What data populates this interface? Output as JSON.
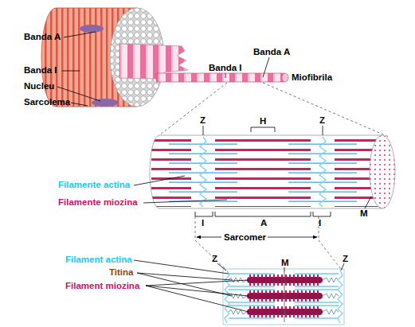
{
  "diagram": {
    "labels": [
      "Banda A",
      "Banda I",
      "Nucleu",
      "Sarcolema",
      "Banda I",
      "Banda A",
      "Miofibrila",
      "Z",
      "H",
      "Z",
      "Filamente actina",
      "Filamente miozina",
      "I",
      "A",
      "I",
      "M",
      "Sarcomer",
      "Filament actina",
      "Titina",
      "Filament miozina",
      "Z",
      "M",
      "Z"
    ]
  }
}
